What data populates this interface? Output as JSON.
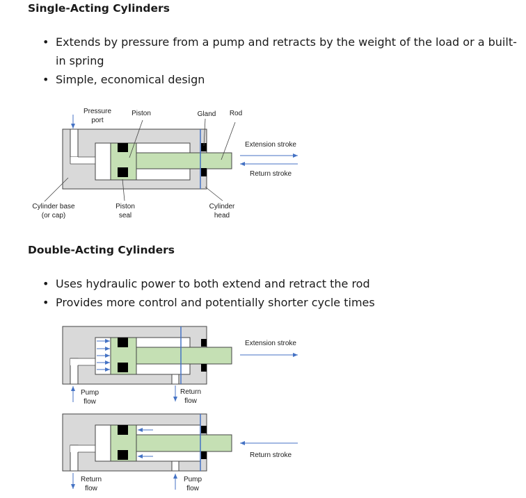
{
  "single": {
    "heading": "Single-Acting Cylinders",
    "bullets": [
      "Extends by pressure from a pump and retracts by the weight of the load or a built-in spring",
      "Simple, economical design"
    ],
    "labels": {
      "pressure_port_1": "Pressure",
      "pressure_port_2": "port",
      "piston": "Piston",
      "gland": "Gland",
      "rod": "Rod",
      "extension_stroke": "Extension stroke",
      "return_stroke": "Return stroke",
      "cylinder_base_1": "Cylinder base",
      "cylinder_base_2": "(or cap)",
      "piston_seal_1": "Piston",
      "piston_seal_2": "seal",
      "cylinder_head_1": "Cylinder",
      "cylinder_head_2": "head"
    }
  },
  "double": {
    "heading": "Double-Acting Cylinders",
    "bullets": [
      "Uses hydraulic power to both extend and retract the rod",
      "Provides more control and potentially shorter cycle times"
    ],
    "top": {
      "extension_stroke": "Extension stroke",
      "pump_flow_1": "Pump",
      "pump_flow_2": "flow",
      "return_flow_1": "Return",
      "return_flow_2": "flow"
    },
    "bottom": {
      "return_stroke": "Return stroke",
      "return_flow_1": "Return",
      "return_flow_2": "flow",
      "pump_flow_1": "Pump",
      "pump_flow_2": "flow"
    }
  },
  "colors": {
    "body": "#d9d9d9",
    "rod": "#c5e0b4",
    "seal": "#000000",
    "arrow": "#4472c4"
  }
}
